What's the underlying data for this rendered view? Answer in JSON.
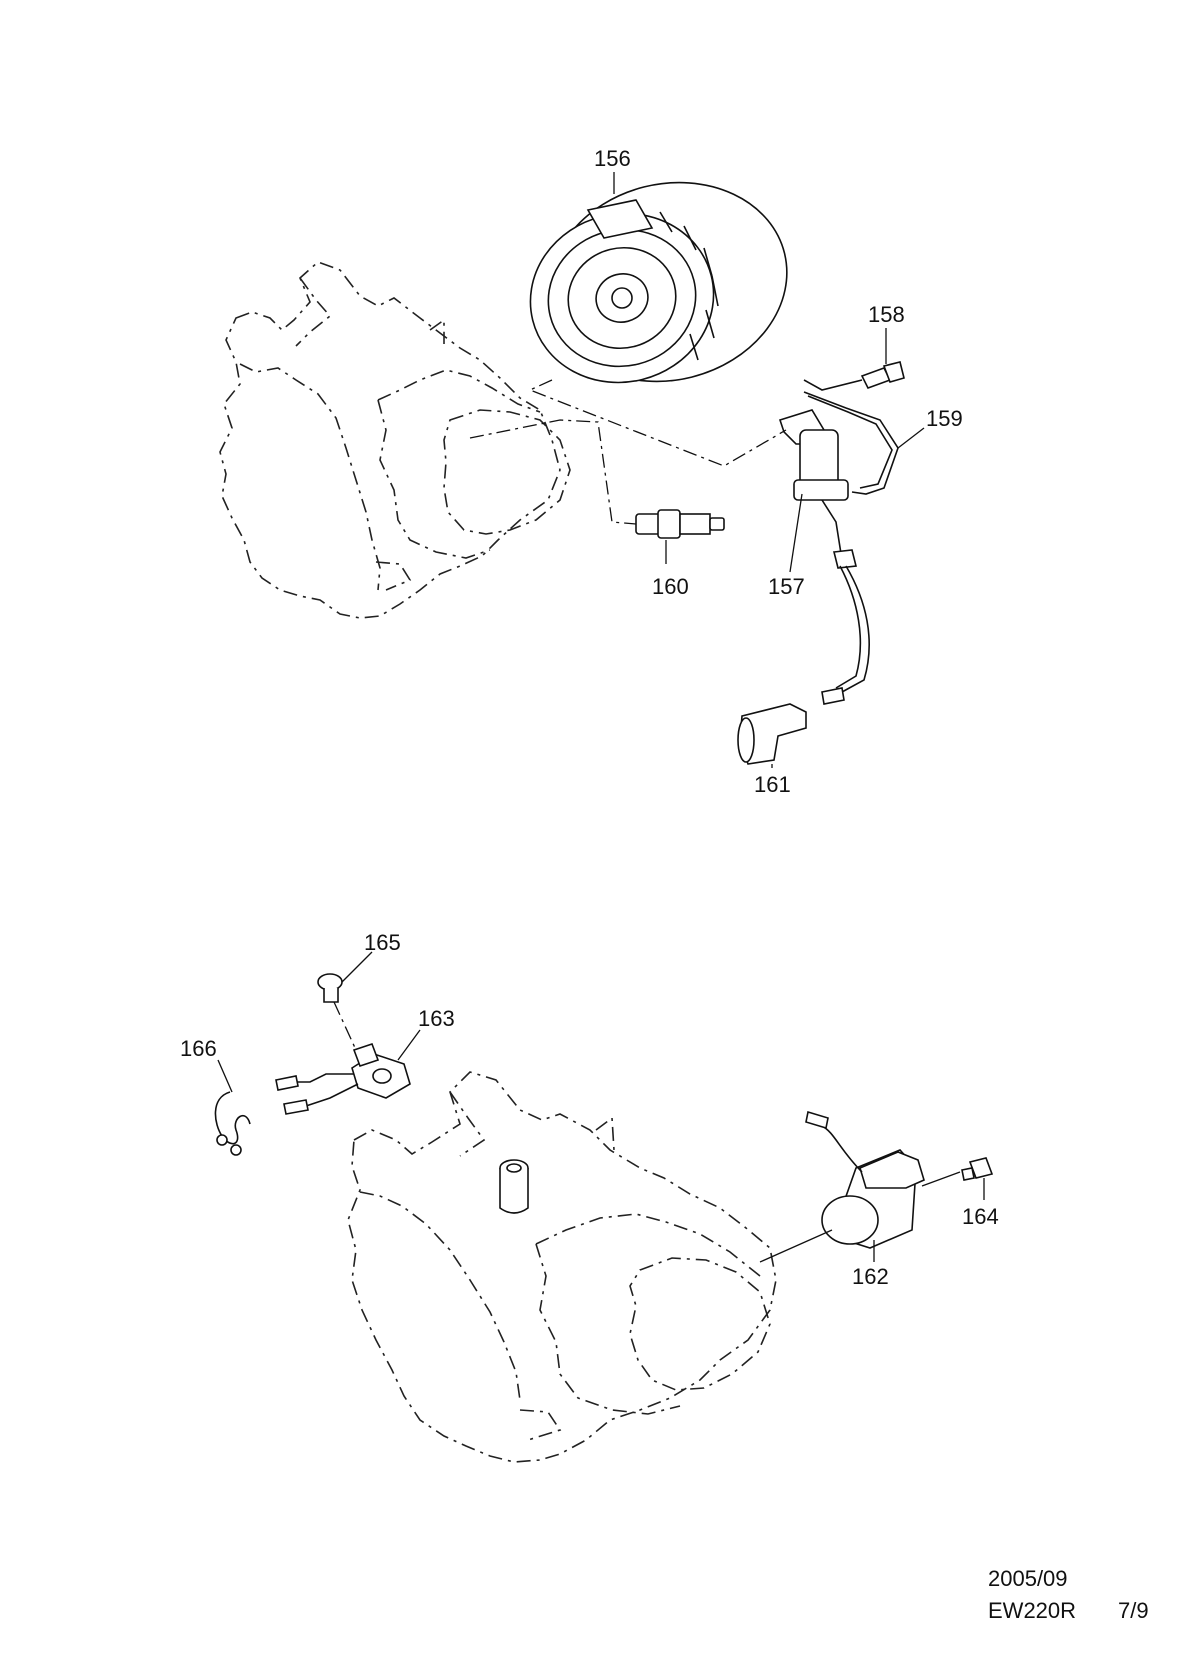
{
  "callouts": {
    "c156": "156",
    "c157": "157",
    "c158": "158",
    "c159": "159",
    "c160": "160",
    "c161": "161",
    "c162": "162",
    "c163": "163",
    "c164": "164",
    "c165": "165",
    "c166": "166"
  },
  "footer": {
    "date": "2005/09",
    "model": "EW220R",
    "page": "7/9"
  }
}
